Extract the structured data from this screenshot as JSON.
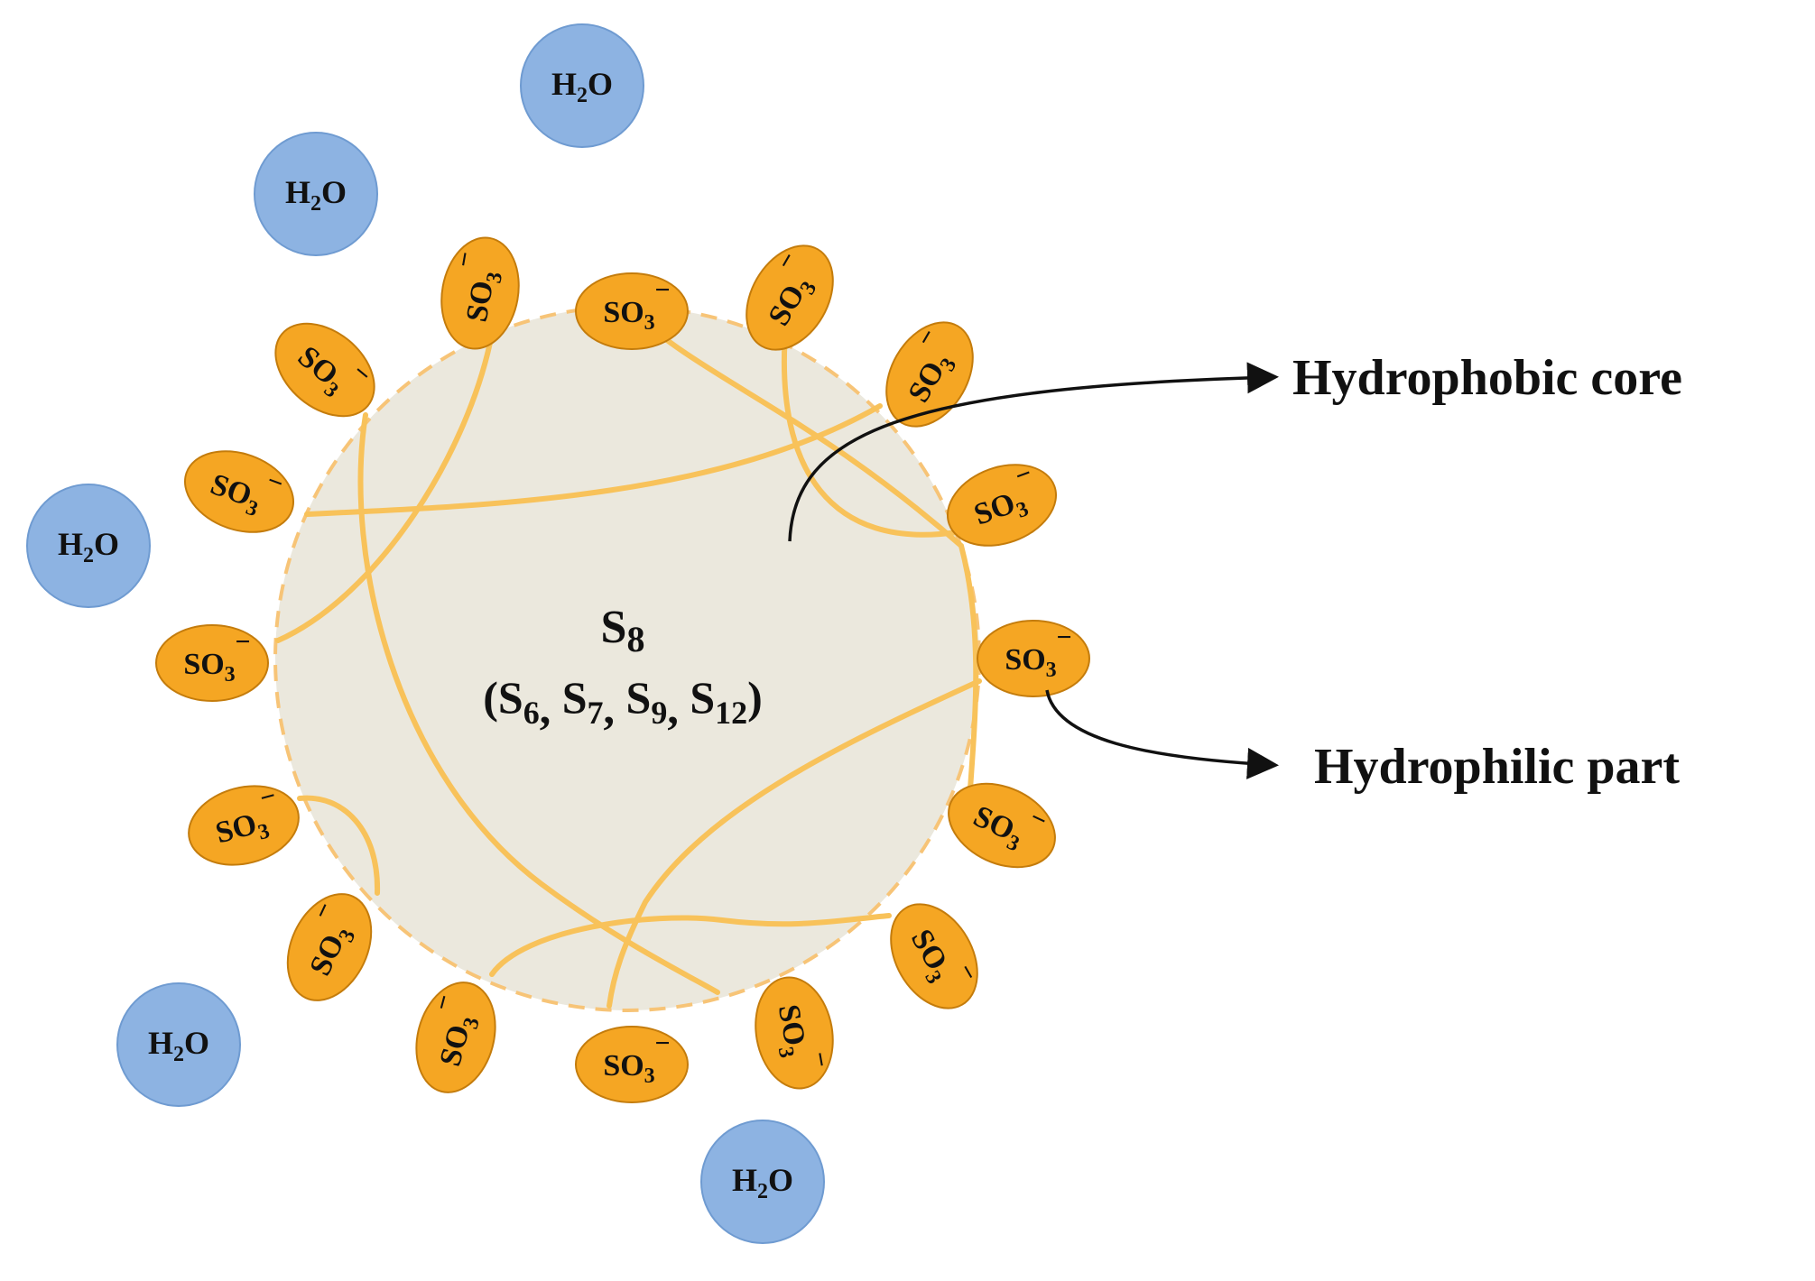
{
  "colors": {
    "water_fill": "#8db3e2",
    "water_stroke": "#6f9bd1",
    "head_fill": "#f5a623",
    "head_stroke": "#c47c0c",
    "core_fill": "#ebe8dd",
    "core_dash": "#f7c477",
    "chain": "#f8c25a",
    "arrow": "#111111",
    "text": "#111111"
  },
  "core": {
    "formula_main": "S",
    "formula_main_sub": "8",
    "formula_alt": [
      {
        "s": "S",
        "sub": "6"
      },
      {
        "s": "S",
        "sub": "7"
      },
      {
        "s": "S",
        "sub": "9"
      },
      {
        "s": "S",
        "sub": "12"
      }
    ]
  },
  "head_group": {
    "symbol": "SO",
    "sub": "3",
    "charge": "−"
  },
  "water": {
    "symbol": "H",
    "sub": "2",
    "tail": "O"
  },
  "labels": {
    "hydrophobic": "Hydrophobic core",
    "hydrophilic": "Hydrophilic part"
  }
}
